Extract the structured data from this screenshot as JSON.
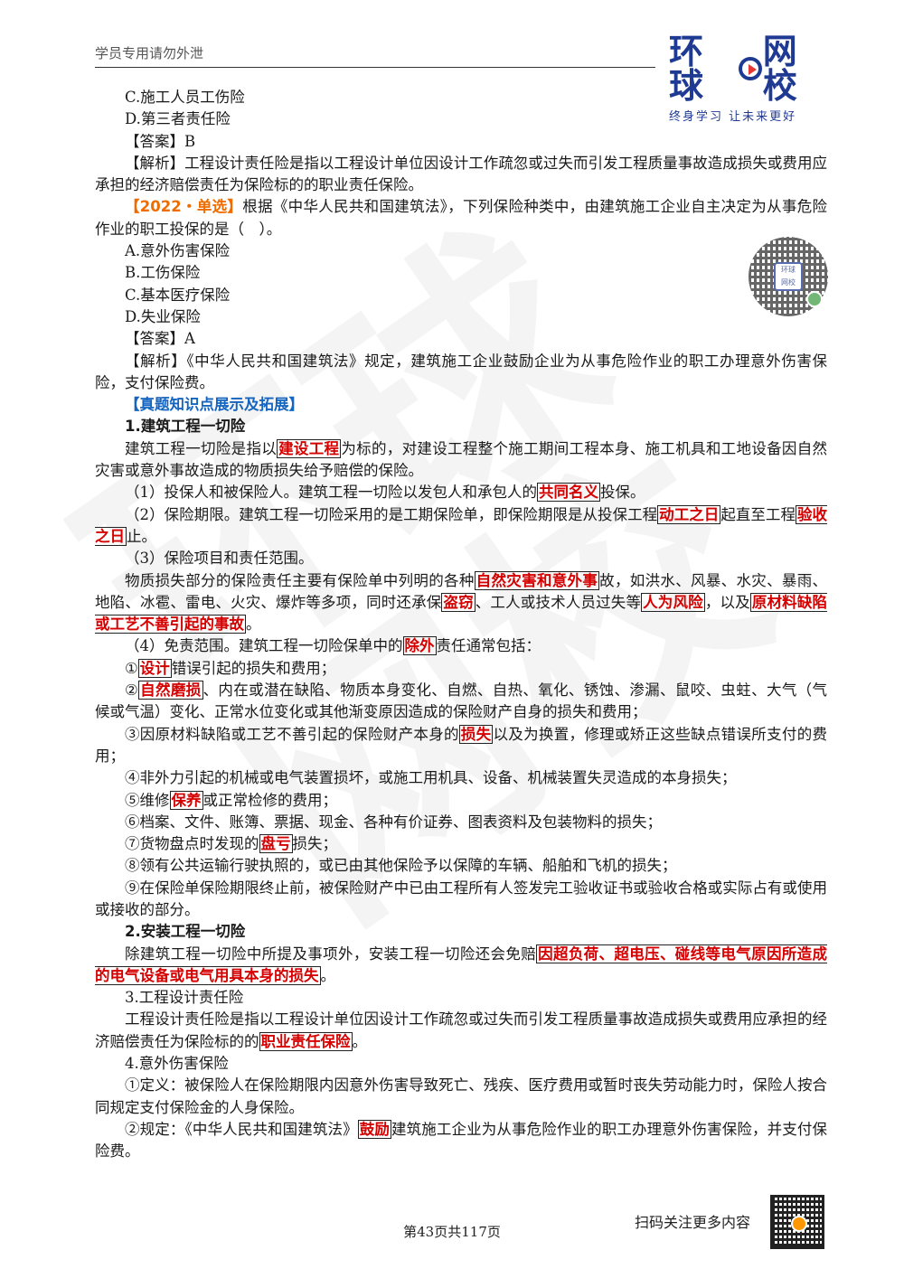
{
  "header": {
    "left_text": "学员专用请勿外泄",
    "logo_main_a": "环球",
    "logo_main_b": "网校",
    "logo_sub": "终身学习  让未来更好"
  },
  "watermark": "环球网校",
  "lines": [
    {
      "cls": "ind",
      "segs": [
        {
          "t": "C.施工人员工伤险"
        }
      ]
    },
    {
      "cls": "ind",
      "segs": [
        {
          "t": "D.第三者责任险"
        }
      ]
    },
    {
      "cls": "ind",
      "segs": [
        {
          "t": "【答案】B"
        }
      ]
    },
    {
      "cls": "ind",
      "segs": [
        {
          "t": "【解析】工程设计责任险是指以工程设计单位因设计工作疏忽或过失而引发工程质量事故造成损失或费用应承担的经济赔偿责任为保险标的的职业责任保险。"
        }
      ]
    },
    {
      "cls": "ind",
      "segs": [
        {
          "t": "【2022・单选】",
          "s": "tag"
        },
        {
          "t": "根据《中华人民共和国建筑法》，下列保险种类中，由建筑施工企业自主决定为从事危险作业的职工投保的是（　）。"
        }
      ]
    },
    {
      "cls": "ind",
      "segs": [
        {
          "t": "A.意外伤害保险"
        }
      ]
    },
    {
      "cls": "ind",
      "segs": [
        {
          "t": "B.工伤保险"
        }
      ]
    },
    {
      "cls": "ind",
      "segs": [
        {
          "t": "C.基本医疗保险"
        }
      ]
    },
    {
      "cls": "ind",
      "segs": [
        {
          "t": "D.失业保险"
        }
      ]
    },
    {
      "cls": "ind",
      "segs": [
        {
          "t": "【答案】A"
        }
      ]
    },
    {
      "cls": "ind",
      "segs": [
        {
          "t": "【解析】《中华人民共和国建筑法》规定，建筑施工企业鼓励企业为从事危险作业的职工办理意外伤害保险，支付保险费。"
        }
      ]
    },
    {
      "cls": "ind",
      "segs": [
        {
          "t": "【真题知识点展示及拓展】",
          "s": "blue"
        }
      ]
    },
    {
      "cls": "ind",
      "segs": [
        {
          "t": "1.建筑工程一切险",
          "s": "bold"
        }
      ]
    },
    {
      "cls": "ind",
      "segs": [
        {
          "t": "建筑工程一切险是指以"
        },
        {
          "t": "建设工程",
          "s": "hl"
        },
        {
          "t": "为标的，对建设工程整个施工期间工程本身、施工机具和工地设备因自然灾害或意外事故造成的物质损失给予赔偿的保险。"
        }
      ]
    },
    {
      "cls": "ind",
      "segs": [
        {
          "t": "（1）投保人和被保险人。建筑工程一切险以发包人和承包人的"
        },
        {
          "t": "共同名义",
          "s": "hl"
        },
        {
          "t": "投保。"
        }
      ]
    },
    {
      "cls": "ind",
      "segs": [
        {
          "t": "（2）保险期限。建筑工程一切险采用的是工期保险单，即保险期限是从投保工程"
        },
        {
          "t": "动工之日",
          "s": "hl"
        },
        {
          "t": "起直至工程"
        },
        {
          "t": "验收之日",
          "s": "hl"
        },
        {
          "t": "止。"
        }
      ]
    },
    {
      "cls": "ind",
      "segs": [
        {
          "t": "（3）保险项目和责任范围。"
        }
      ]
    },
    {
      "cls": "ind",
      "segs": [
        {
          "t": "物质损失部分的保险责任主要有保险单中列明的各种"
        },
        {
          "t": "自然灾害和意外事",
          "s": "hl"
        },
        {
          "t": "故，如洪水、风暴、水灾、暴雨、地陷、冰雹、雷电、火灾、爆炸等多项，同时还承保"
        },
        {
          "t": "盗窃",
          "s": "hl"
        },
        {
          "t": "、工人或技术人员过失等"
        },
        {
          "t": "人为风险",
          "s": "hl"
        },
        {
          "t": "，以及"
        },
        {
          "t": "原材料缺陷或工艺不善引起的事故",
          "s": "hl"
        },
        {
          "t": "。"
        }
      ]
    },
    {
      "cls": "ind",
      "segs": [
        {
          "t": "（4）免责范围。建筑工程一切险保单中的"
        },
        {
          "t": "除外",
          "s": "hl"
        },
        {
          "t": "责任通常包括："
        }
      ]
    },
    {
      "cls": "ind",
      "segs": [
        {
          "t": "①"
        },
        {
          "t": "设计",
          "s": "hl"
        },
        {
          "t": "错误引起的损失和费用；"
        }
      ]
    },
    {
      "cls": "ind",
      "segs": [
        {
          "t": "②"
        },
        {
          "t": "自然磨损",
          "s": "hl"
        },
        {
          "t": "、内在或潜在缺陷、物质本身变化、自燃、自热、氧化、锈蚀、渗漏、鼠咬、虫蛀、大气（气候或气温）变化、正常水位变化或其他渐变原因造成的保险财产自身的损失和费用；"
        }
      ]
    },
    {
      "cls": "ind",
      "segs": [
        {
          "t": "③因原材料缺陷或工艺不善引起的保险财产本身的"
        },
        {
          "t": "损失",
          "s": "hl"
        },
        {
          "t": "以及为换置，修理或矫正这些缺点错误所支付的费用；"
        }
      ]
    },
    {
      "cls": "ind",
      "segs": [
        {
          "t": "④非外力引起的机械或电气装置损坏，或施工用机具、设备、机械装置失灵造成的本身损失；"
        }
      ]
    },
    {
      "cls": "ind",
      "segs": [
        {
          "t": "⑤维修"
        },
        {
          "t": "保养",
          "s": "hl"
        },
        {
          "t": "或正常检修的费用；"
        }
      ]
    },
    {
      "cls": "ind",
      "segs": [
        {
          "t": "⑥档案、文件、账簿、票据、现金、各种有价证券、图表资料及包装物料的损失；"
        }
      ]
    },
    {
      "cls": "ind",
      "segs": [
        {
          "t": "⑦货物盘点时发现的"
        },
        {
          "t": "盘亏",
          "s": "hl"
        },
        {
          "t": "损失；"
        }
      ]
    },
    {
      "cls": "ind",
      "segs": [
        {
          "t": "⑧领有公共运输行驶执照的，或已由其他保险予以保障的车辆、船舶和飞机的损失；"
        }
      ]
    },
    {
      "cls": "ind",
      "segs": [
        {
          "t": "⑨在保险单保险期限终止前，被保险财产中已由工程所有人签发完工验收证书或验收合格或实际占有或使用或接收的部分。"
        }
      ]
    },
    {
      "cls": "ind",
      "segs": [
        {
          "t": "2.安装工程一切险",
          "s": "bold"
        }
      ]
    },
    {
      "cls": "ind",
      "segs": [
        {
          "t": "除建筑工程一切险中所提及事项外，安装工程一切险还会免赔"
        },
        {
          "t": "因超负荷、超电压、碰线等电气原因所造成的电气设备或电气用具本身的损失",
          "s": "hl"
        },
        {
          "t": "。"
        }
      ]
    },
    {
      "cls": "ind",
      "segs": [
        {
          "t": "3.工程设计责任险"
        }
      ]
    },
    {
      "cls": "ind",
      "segs": [
        {
          "t": "工程设计责任险是指以工程设计单位因设计工作疏忽或过失而引发工程质量事故造成损失或费用应承担的经济赔偿责任为保险标的的"
        },
        {
          "t": "职业责任保险",
          "s": "hl"
        },
        {
          "t": "。"
        }
      ]
    },
    {
      "cls": "ind",
      "segs": [
        {
          "t": "4.意外伤害保险"
        }
      ]
    },
    {
      "cls": "ind",
      "segs": [
        {
          "t": "①定义：被保险人在保险期限内因意外伤害导致死亡、残疾、医疗费用或暂时丧失劳动能力时，保险人按合同规定支付保险金的人身保险。"
        }
      ]
    },
    {
      "cls": "ind",
      "segs": [
        {
          "t": "②规定：《中华人民共和国建筑法》"
        },
        {
          "t": "鼓励",
          "s": "hl"
        },
        {
          "t": "建筑施工企业为从事危险作业的职工办理意外伤害保险，并支付保险费。"
        }
      ]
    }
  ],
  "qr_badge": {
    "line1": "环球",
    "line2": "网校"
  },
  "footer": {
    "page": "第43页共117页",
    "scan": "扫码关注更多内容"
  }
}
